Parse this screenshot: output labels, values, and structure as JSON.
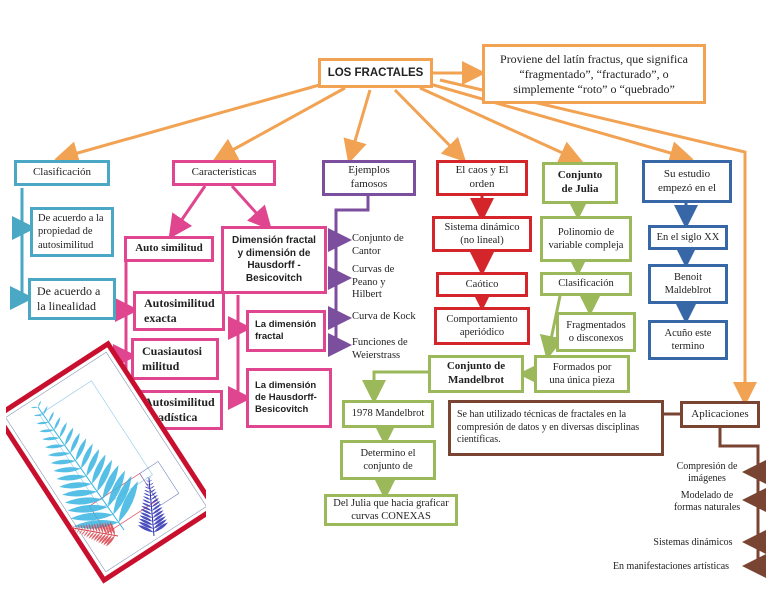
{
  "title": "LOS FRACTALES",
  "origin": "Proviene del latín fractus, que significa “fragmentado”, “fracturado”, o simplemente “roto” o “quebrado”",
  "clasificacion": {
    "label": "Clasificación",
    "items": [
      "De acuerdo a la propiedad de autosimilitud",
      "De acuerdo a la linealidad"
    ]
  },
  "caracteristicas": {
    "label": "Características",
    "auto": "Auto similitud",
    "auto_items": [
      "Autosimilitud exacta",
      "Cuasiautosi militud",
      "Autosimilitud estadística"
    ],
    "dimension": "Dimensión fractal y dimensión de Hausdorff - Besicovitch",
    "dim_items": [
      "La dimensión fractal",
      "La dimensión de Hausdorff-Besicovitch"
    ]
  },
  "ejemplos": {
    "label": "Ejemplos famosos",
    "items": [
      "Conjunto de Cantor",
      "Curvas de Peano y Hilbert",
      "Curva de Kock",
      "Funciones de Weierstrass"
    ]
  },
  "caos": {
    "label": "El caos y El orden",
    "sistema": "Sistema dinámico (no lineal)",
    "caotico": "Caótico",
    "comportamiento": "Comportamiento aperiódico"
  },
  "julia": {
    "label": "Conjunto de Julia",
    "polinomio": "Polinomio de variable compleja",
    "clasificacion": "Clasificación",
    "fragmentados": "Fragmentados o disconexos",
    "formados": "Formados por una única pieza"
  },
  "mandelbrot": {
    "label": "Conjunto de Mandelbrot",
    "year": "1978 Mandelbrot",
    "determino": "Determino el conjunto de",
    "julia": "Del Julia que hacia graficar curvas CONEXAS"
  },
  "estudio": {
    "label": "Su estudio empezó en el",
    "siglo": "En el siglo XX",
    "benoit": "Benoit Maldeblrot",
    "acuno": "Acuño este termino"
  },
  "aplicaciones": {
    "label": "Aplicaciones",
    "desc": "Se han utilizado técnicas de fractales en la compresión de datos y en diversas disciplinas científicas.",
    "items": [
      "Compresión de imágenes",
      "Modelado de formas naturales",
      "Sistemas dinámicos",
      "En manifestaciones artísticas"
    ]
  },
  "colors": {
    "orange": "#f2a253",
    "teal": "#4aa8c4",
    "pink": "#e0458f",
    "purple": "#7c4e9e",
    "red": "#d4252b",
    "green": "#9bb85a",
    "blue": "#3867a8",
    "brown": "#7a4432",
    "fern_cyan": "#38b4e2",
    "fern_red": "#d8404a",
    "fern_blue": "#2a2fb0"
  }
}
